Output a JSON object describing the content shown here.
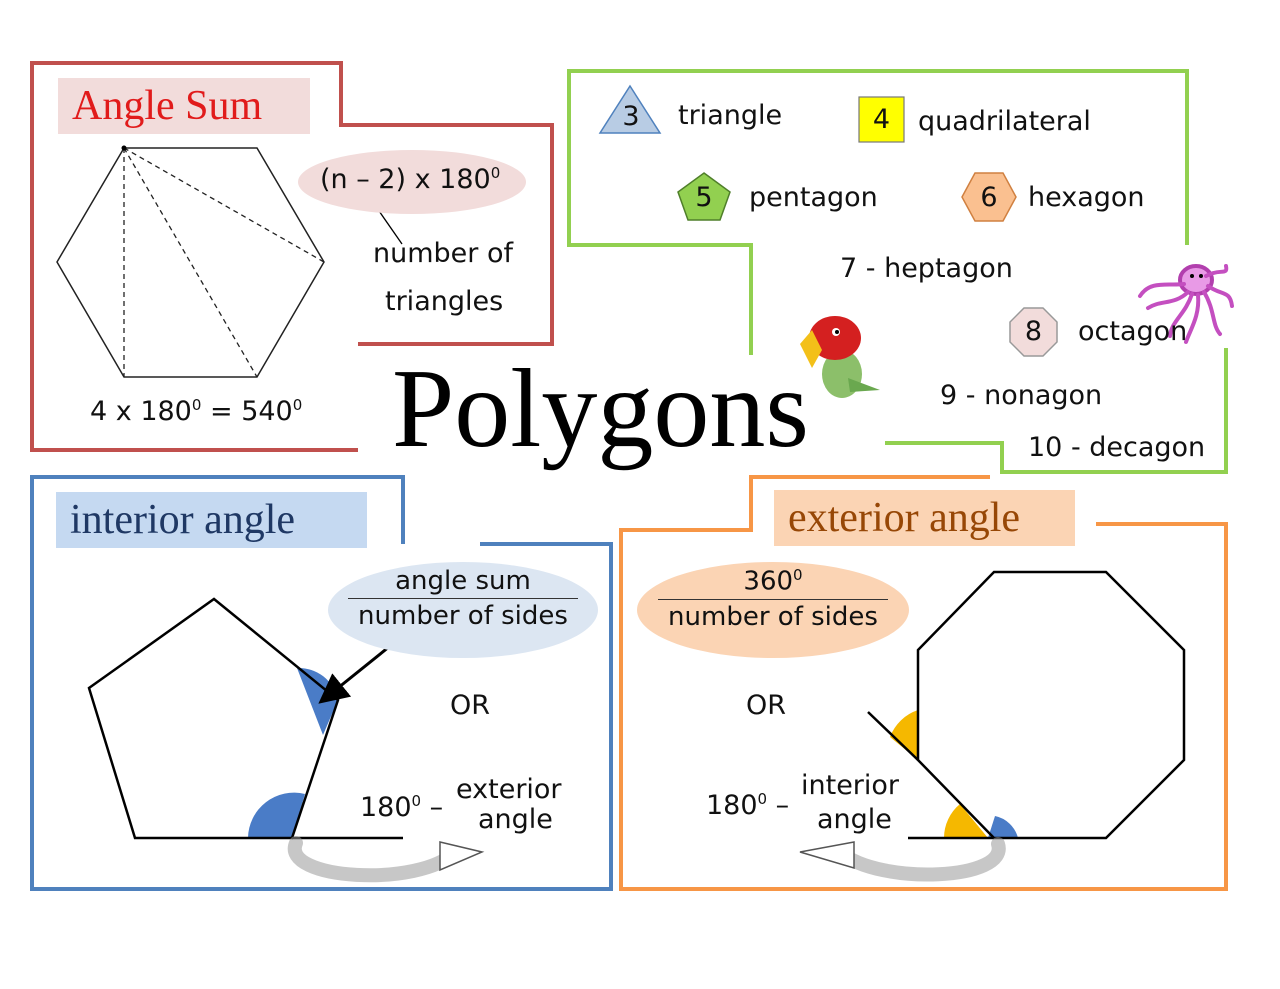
{
  "main_title": "Polygons",
  "angle_sum": {
    "heading": "Angle Sum",
    "formula_prefix": "(n – 2) x 180",
    "formula_sup": "0",
    "note_line1": "number of",
    "note_line2": "triangles",
    "example_a": "4 x 180",
    "example_sup1": "0",
    "example_b": " = 540",
    "example_sup2": "0"
  },
  "names": {
    "triangle_num": "3",
    "triangle": "triangle",
    "quad_num": "4",
    "quadrilateral": "quadrilateral",
    "pentagon_num": "5",
    "pentagon": "pentagon",
    "hexagon_num": "6",
    "hexagon": "hexagon",
    "heptagon": "7 - heptagon",
    "octagon_num": "8",
    "octagon": "octagon",
    "nonagon": "9 - nonagon",
    "decagon": "10 - decagon"
  },
  "interior": {
    "heading": "interior angle",
    "frac_top": "angle sum",
    "frac_bottom": "number of sides",
    "or": "OR",
    "alt_prefix": "180",
    "alt_sup": "0",
    "alt_dash": " –",
    "alt_line1": "exterior",
    "alt_line2": "angle"
  },
  "exterior": {
    "heading": "exterior angle",
    "frac_top": "360",
    "frac_top_sup": "0",
    "frac_bottom": "number of sides",
    "or": "OR",
    "alt_prefix": "180",
    "alt_sup": "0",
    "alt_dash": " –",
    "alt_line1": "interior",
    "alt_line2": "angle"
  },
  "colors": {
    "red": "#c0504d",
    "green": "#92d050",
    "blue": "#4f81bd",
    "orange": "#f79646",
    "angle_blue": "#4a7cc7",
    "angle_yellow": "#f5b800"
  }
}
